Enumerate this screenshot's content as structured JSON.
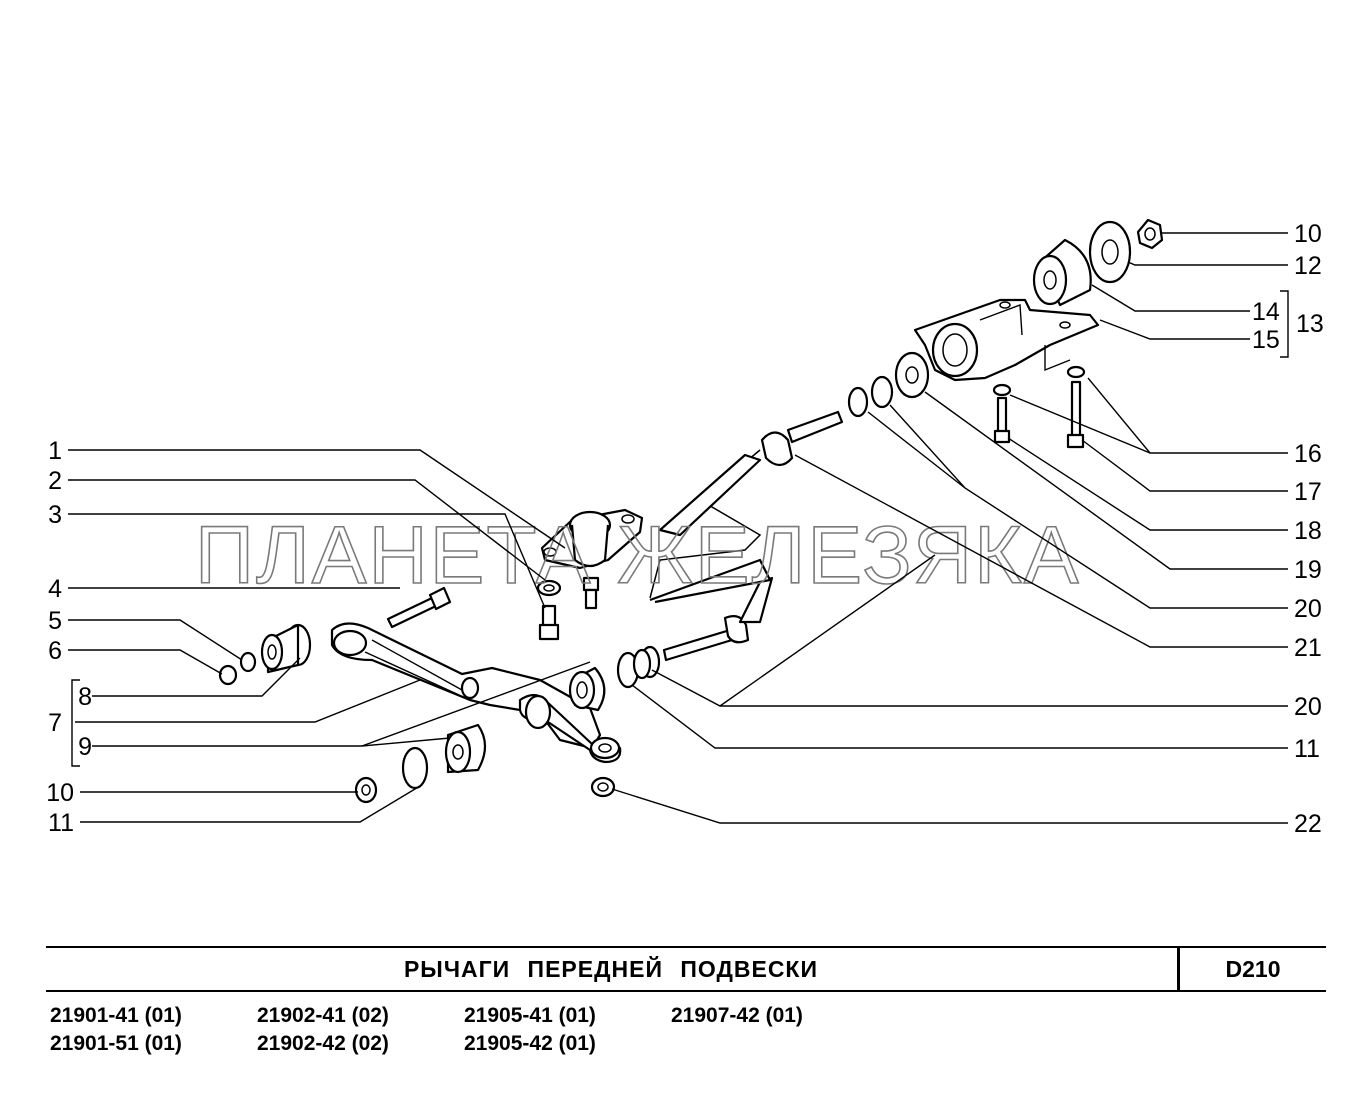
{
  "watermark": "ПЛАНЕТА ЖЕЛЕЗЯКА",
  "title_block": {
    "title": "РЫЧАГИ   ПЕРЕДНЕЙ   ПОДВЕСКИ",
    "code": "D210"
  },
  "models": [
    "21901-41 (01)",
    "21902-41 (02)",
    "21905-41 (01)",
    "21907-42 (01)",
    "21901-51 (01)",
    "21902-42 (02)",
    "21905-42 (01)"
  ],
  "callouts": {
    "left": [
      "1",
      "2",
      "3",
      "4",
      "5",
      "6",
      "7",
      "8",
      "9",
      "10",
      "11"
    ],
    "right": [
      "10",
      "12",
      "13",
      "14",
      "15",
      "16",
      "17",
      "18",
      "19",
      "20",
      "21",
      "20",
      "11",
      "22"
    ]
  },
  "colors": {
    "line": "#000000",
    "watermark": "#7a7a7a",
    "background": "#ffffff"
  }
}
